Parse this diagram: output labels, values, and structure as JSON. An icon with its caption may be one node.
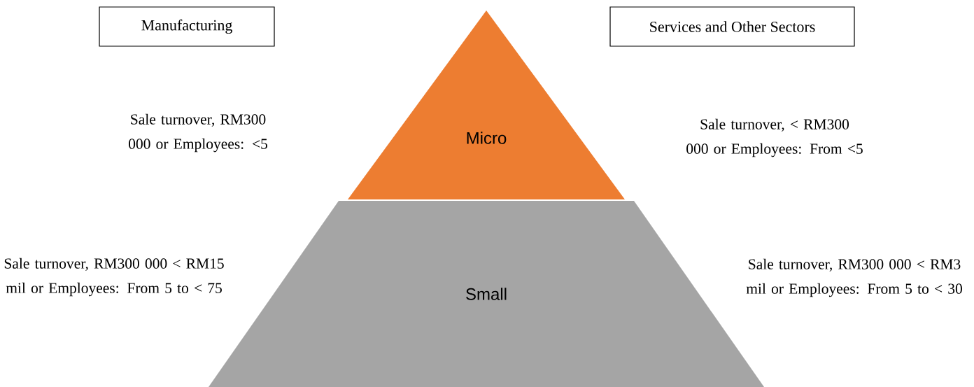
{
  "diagram": {
    "nodes": [
      {
        "text": [
          "Manufacturing"
        ]
      },
      {
        "text": [
          "Services and Other Sectors"
        ]
      },
      {
        "text": [
          "Micro"
        ]
      },
      {
        "text": [
          "Small"
        ]
      }
    ],
    "labels": [
      "Sale turnover, RM300 000 or Employees: <5",
      "Sale turnover, < RM300 000 or Employees: From <5",
      "Sale turnover, RM300 000 < RM15 mil or Employees: From 5 to < 75",
      "Sale turnover, RM300 000 < RM3 mil or Employees: From 5 to < 30"
    ]
  }
}
